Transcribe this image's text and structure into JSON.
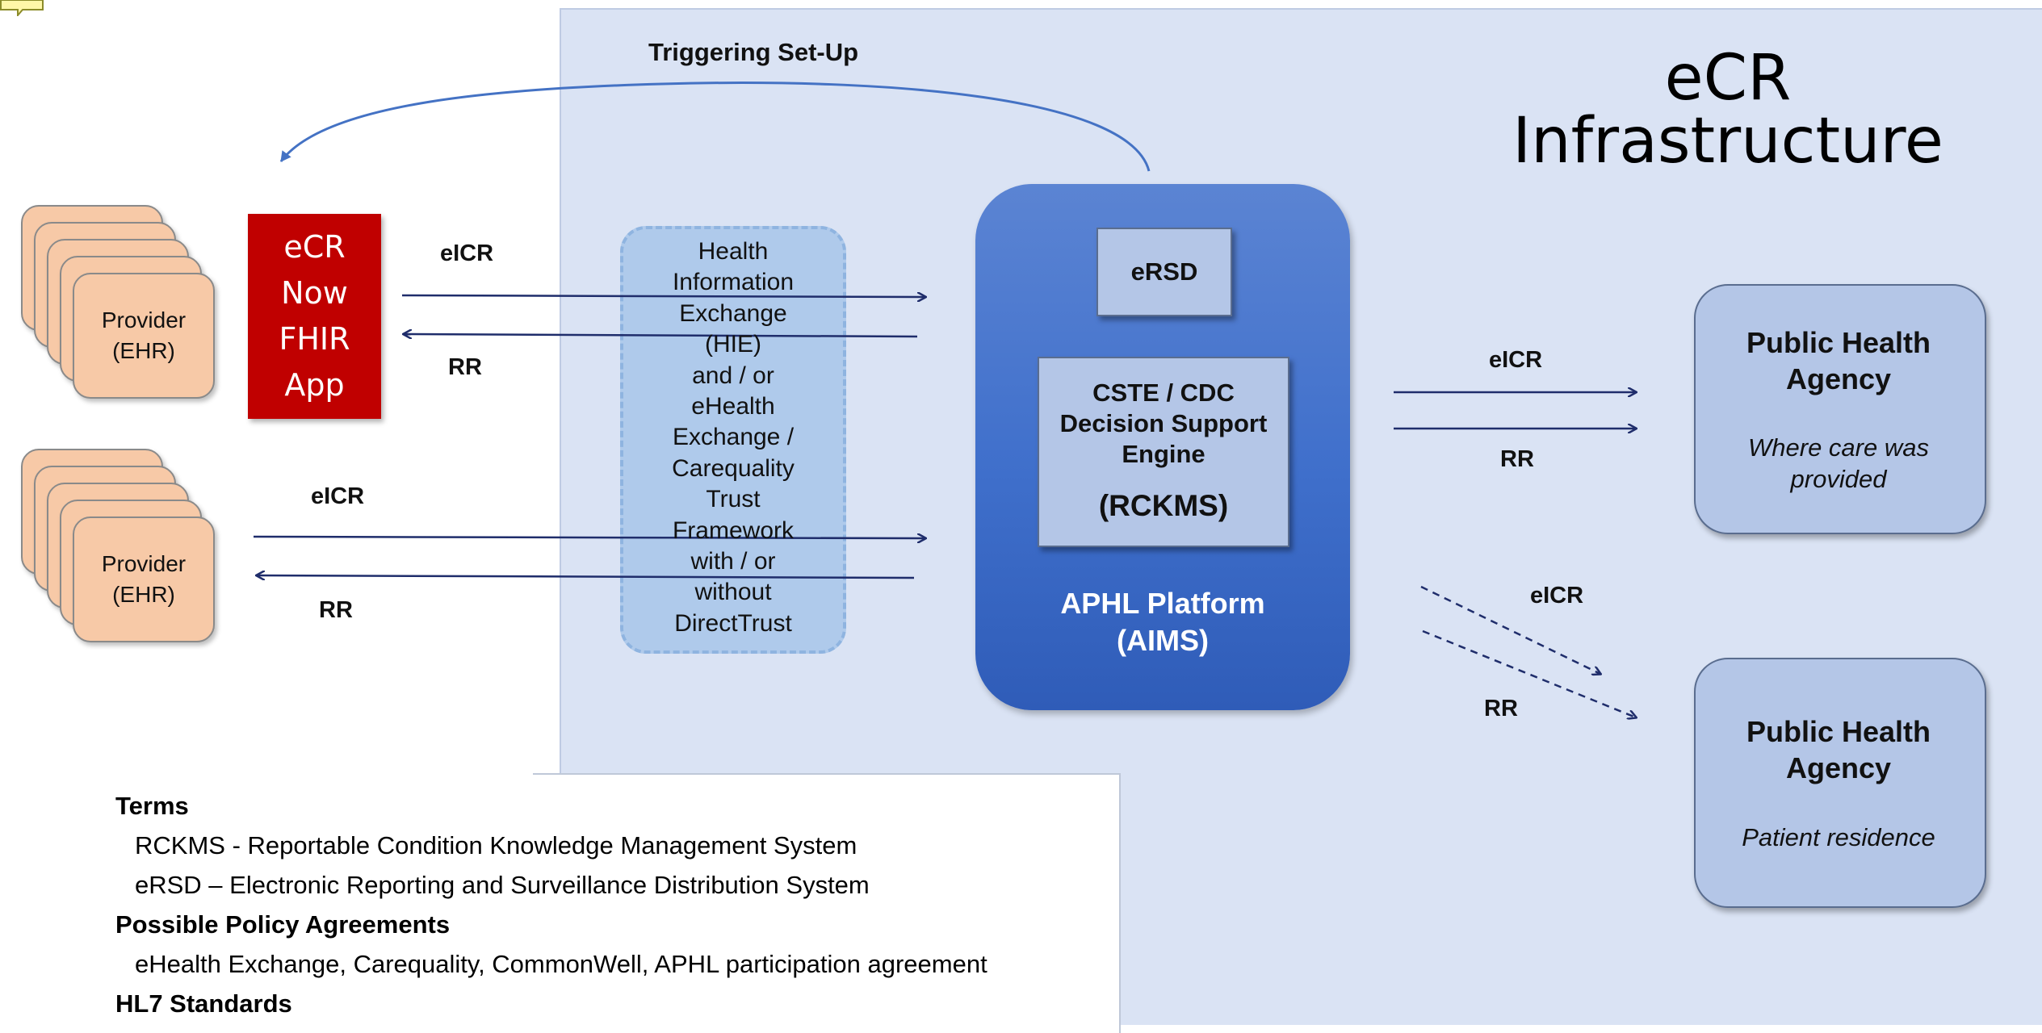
{
  "diagram": {
    "title": "eCR Infrastructure",
    "triggering_label": "Triggering Set-Up",
    "providers": [
      {
        "label": "Provider\n(EHR)"
      },
      {
        "label": "Provider\n(EHR)"
      }
    ],
    "ecr_app": {
      "label": "eCR\nNow\nFHIR\nApp"
    },
    "hie": {
      "label": "Health\nInformation\nExchange\n(HIE)\nand / or\neHealth\nExchange /\nCarequality\nTrust\nFramework\nwith / or\nwithout\nDirectTrust"
    },
    "aphl": {
      "ersd_label": "eRSD",
      "cste_label": "CSTE / CDC\nDecision Support\nEngine",
      "rckms_label": "(RCKMS)",
      "platform_label": "APHL Platform\n(AIMS)"
    },
    "agencies": [
      {
        "title": "Public Health\nAgency",
        "subtitle": "Where care was\nprovided"
      },
      {
        "title": "Public Health\nAgency",
        "subtitle": "Patient residence"
      }
    ],
    "flow_labels": {
      "eicr_top": "eICR",
      "rr_top": "RR",
      "eicr_mid": "eICR",
      "rr_mid": "RR",
      "eicr_right1": "eICR",
      "rr_right1": "RR",
      "eicr_right2": "eICR",
      "rr_right2": "RR"
    },
    "colors": {
      "infrastructure_bg": "#dae3f4",
      "provider_fill": "#f7c9a7",
      "ecr_app_fill": "#c00000",
      "aphl_fill": "#4472c4",
      "box_fill": "#b4c6e7",
      "arrow": "#1f2d6b"
    }
  },
  "terms": {
    "heading": "Terms",
    "items": [
      "RCKMS - Reportable Condition Knowledge Management System",
      "eRSD – Electronic Reporting and Surveillance Distribution System"
    ],
    "policy_heading": "Possible Policy Agreements",
    "policy_items": [
      "eHealth Exchange, Carequality, CommonWell, APHL participation agreement"
    ],
    "standards_heading": "HL7 Standards"
  }
}
